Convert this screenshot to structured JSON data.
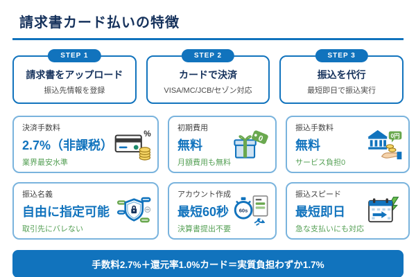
{
  "page": {
    "title": "請求書カード払いの特徴"
  },
  "colors": {
    "primary_blue": "#1173bd",
    "navy": "#16325c",
    "green": "#55a055",
    "card_border_light": "#79b3dd",
    "banner_bg": "#1173bd"
  },
  "steps": [
    {
      "badge": "STEP 1",
      "title": "請求書をアップロード",
      "subtitle": "振込先情報を登録"
    },
    {
      "badge": "STEP 2",
      "title": "カードで決済",
      "subtitle": "VISA/MC/JCB/セゾン対応"
    },
    {
      "badge": "STEP 3",
      "title": "振込を代行",
      "subtitle": "最短即日で振込実行"
    }
  ],
  "features": [
    {
      "label": "決済手数料",
      "value": "2.7%（非課税）",
      "note": "業界最安水準",
      "icon": "credit-card-icon",
      "icon_text": "%"
    },
    {
      "label": "初期費用",
      "value": "無料",
      "note": "月額費用も無料",
      "icon": "gift-icon",
      "icon_text": "0"
    },
    {
      "label": "振込手数料",
      "value": "無料",
      "note": "サービス負担0",
      "icon": "bank-icon",
      "icon_text": "0円"
    },
    {
      "label": "振込名義",
      "value": "自由に指定可能",
      "note": "取引先にバレない",
      "icon": "shield-lock-icon"
    },
    {
      "label": "アカウント作成",
      "value": "最短60秒",
      "note": "決算書提出不要",
      "icon": "stopwatch-icon",
      "icon_text": "60s"
    },
    {
      "label": "振込スピード",
      "value": "最短即日",
      "note": "急な支払いにも対応",
      "icon": "calendar-icon"
    }
  ],
  "banner": {
    "text": "手数料2.7%＋還元率1.0%カード＝実質負担わずか1.7%"
  }
}
